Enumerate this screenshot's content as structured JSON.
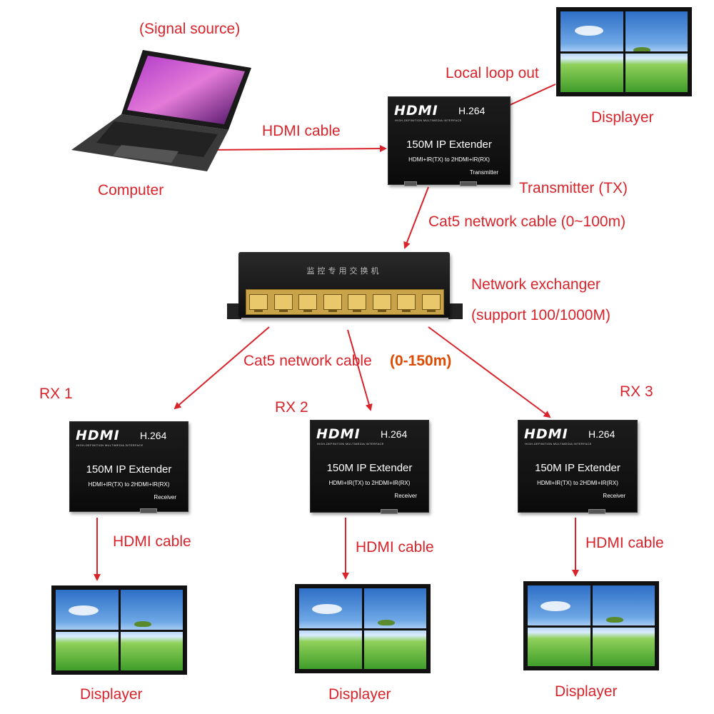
{
  "labels": {
    "signal_source": "(Signal source)",
    "computer": "Computer",
    "hdmi_cable_top": "HDMI cable",
    "local_loop_out": "Local loop out",
    "displayer_top": "Displayer",
    "transmitter_tx": "Transmitter (TX)",
    "cat5_top": "Cat5 network cable (0~100m)",
    "network_exchanger": "Network exchanger",
    "network_support": "(support 100/1000M)",
    "cat5_bottom": "Cat5 network cable",
    "cat5_bottom_range": "(0-150m)",
    "rx1": "RX 1",
    "rx2": "RX 2",
    "rx3": "RX 3",
    "hdmi_cable_rx1": "HDMI cable",
    "hdmi_cable_rx2": "HDMI cable",
    "hdmi_cable_rx3": "HDMI cable",
    "displayer_rx1": "Displayer",
    "displayer_rx2": "Displayer",
    "displayer_rx3": "Displayer"
  },
  "device": {
    "logo": "HDMI",
    "logo_sub": "HIGH-DEFINITION MULTIMEDIA INTERFACE",
    "codec": "H.264",
    "title": "150M IP Extender",
    "spec": "HDMI+IR(TX) to 2HDMI+IR(RX)",
    "role_tx": "Transmitter",
    "role_rx": "Receiver"
  },
  "switch": {
    "chinese_label": "监控专用交换机",
    "port_count": 8
  },
  "colors": {
    "label_red": "#d8232a",
    "arrow_red": "#d8232a",
    "range_orange": "#e04a00"
  }
}
